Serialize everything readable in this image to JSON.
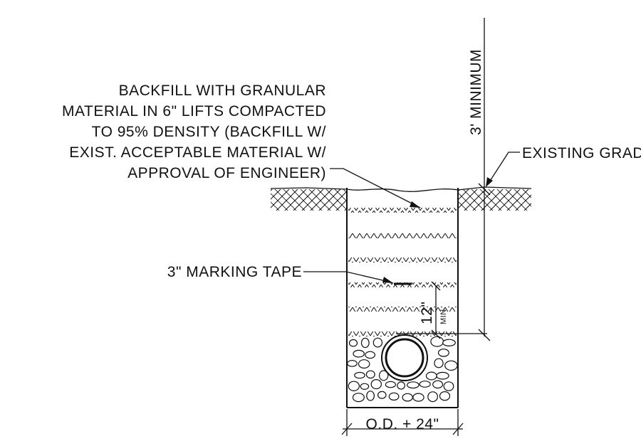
{
  "labels": {
    "backfill_note": [
      "BACKFILL WITH GRANULAR",
      "MATERIAL IN 6\" LIFTS COMPACTED",
      "TO 95% DENSITY (BACKFILL W/",
      "EXIST. ACCEPTABLE MATERIAL W/",
      "APPROVAL OF ENGINEER)"
    ],
    "existing_grade": "EXISTING GRAD",
    "cover_minimum": "3' MINIMUM",
    "marking_tape": "3\" MARKING TAPE",
    "tape_depth": "12\"",
    "tape_depth_min": "MIN.",
    "trench_width": "O.D. + 24\""
  },
  "colors": {
    "line": "#111111",
    "background": "#ffffff"
  }
}
